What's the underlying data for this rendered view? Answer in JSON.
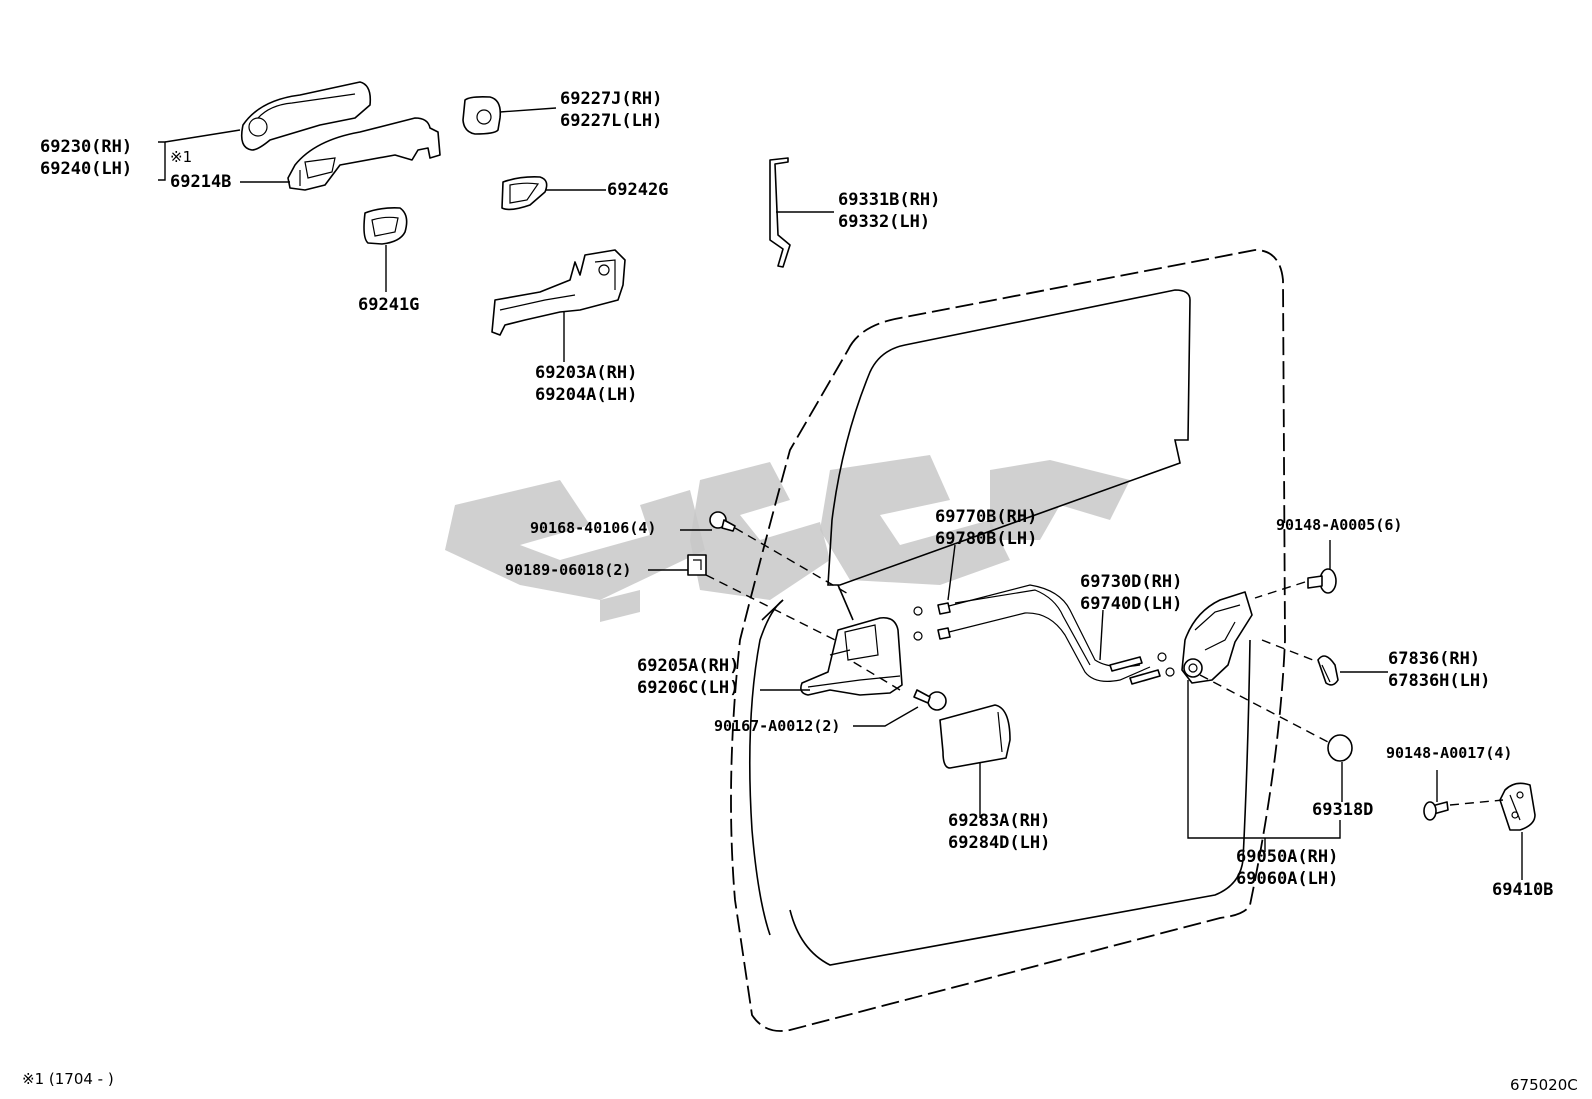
{
  "diagram_code": "675020C",
  "footnote": "※1 (1704 -     )",
  "labels": {
    "l69230": "69230(RH)",
    "l69240": "69240(LH)",
    "note1": "※1",
    "l69214B": "69214B",
    "l69227J": "69227J(RH)",
    "l69227L": "69227L(LH)",
    "l69242G": "69242G",
    "l69241G": "69241G",
    "l69331B": "69331B(RH)",
    "l69332": "69332(LH)",
    "l69203A": "69203A(RH)",
    "l69204A": "69204A(LH)",
    "l90168": "90168-40106(4)",
    "l90189": "90189-06018(2)",
    "l69770B": "69770B(RH)",
    "l69780B": "69780B(LH)",
    "l90148a": "90148-A0005(6)",
    "l69730D": "69730D(RH)",
    "l69740D": "69740D(LH)",
    "l67836": "67836(RH)",
    "l67836H": "67836H(LH)",
    "l69205A": "69205A(RH)",
    "l69206C": "69206C(LH)",
    "l90167": "90167-A0012(2)",
    "l90148b": "90148-A0017(4)",
    "l69318D": "69318D",
    "l69283A": "69283A(RH)",
    "l69284D": "69284D(LH)",
    "l69050A": "69050A(RH)",
    "l69060A": "69060A(LH)",
    "l69410B": "69410B"
  }
}
